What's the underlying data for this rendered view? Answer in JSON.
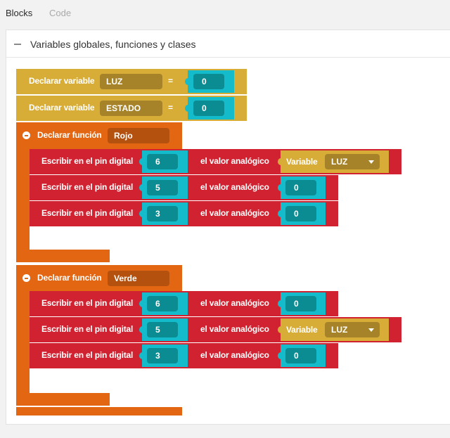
{
  "tabs": {
    "blocks": "Blocks",
    "code": "Code"
  },
  "panel": {
    "title": "Variables globales, funciones y clases"
  },
  "variables": [
    {
      "label": "Declarar variable",
      "name": "LUZ",
      "equals": "=",
      "value": "0"
    },
    {
      "label": "Declarar variable",
      "name": "ESTADO",
      "equals": "=",
      "value": "0"
    }
  ],
  "functions": [
    {
      "label": "Declarar función",
      "name": "Rojo",
      "rows": [
        {
          "label": "Escribir en el pin digital",
          "pin": "6",
          "value_label": "el valor analógico",
          "value_type": "variable",
          "var_label": "Variable",
          "var_name": "LUZ"
        },
        {
          "label": "Escribir en el pin digital",
          "pin": "5",
          "value_label": "el valor analógico",
          "value_type": "number",
          "value": "0"
        },
        {
          "label": "Escribir en el pin digital",
          "pin": "3",
          "value_label": "el valor analógico",
          "value_type": "number",
          "value": "0"
        }
      ]
    },
    {
      "label": "Declarar función",
      "name": "Verde",
      "rows": [
        {
          "label": "Escribir en el pin digital",
          "pin": "6",
          "value_label": "el valor analógico",
          "value_type": "number",
          "value": "0"
        },
        {
          "label": "Escribir en el pin digital",
          "pin": "5",
          "value_label": "el valor analógico",
          "value_type": "variable",
          "var_label": "Variable",
          "var_name": "LUZ"
        },
        {
          "label": "Escribir en el pin digital",
          "pin": "3",
          "value_label": "el valor analógico",
          "value_type": "number",
          "value": "0"
        }
      ]
    }
  ],
  "colors": {
    "variable_block": "#d8ad37",
    "number_block": "#14bccb",
    "pin_block": "#d02230",
    "function_block": "#e36613"
  }
}
